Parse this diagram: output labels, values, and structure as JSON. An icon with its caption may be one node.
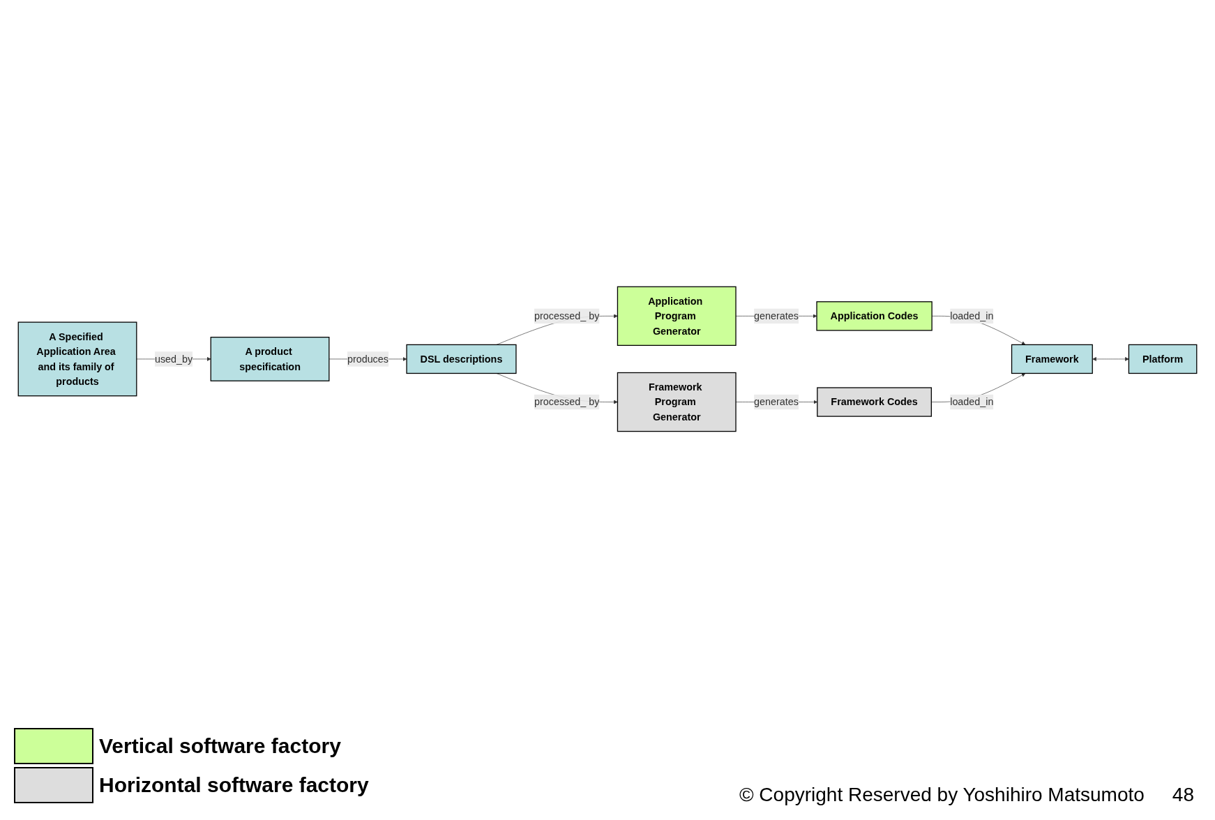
{
  "diagram": {
    "nodes": [
      {
        "text": [
          "A Specified Application Area and its family of products"
        ]
      },
      {
        "text": [
          "A product specification"
        ]
      },
      {
        "text": [
          "DSL descriptions"
        ]
      },
      {
        "text": [
          "Application Program Generator"
        ]
      },
      {
        "text": [
          "Application Codes"
        ]
      },
      {
        "text": [
          "Framework"
        ]
      },
      {
        "text": [
          "Platform"
        ]
      },
      {
        "text": [
          "Framework Program Generator"
        ]
      },
      {
        "text": [
          "Framework Codes"
        ]
      }
    ],
    "edges": [
      {
        "from": 0,
        "to": 1,
        "arrow": "to",
        "label": "used_by"
      },
      {
        "from": 1,
        "to": 2,
        "arrow": "to",
        "label": "produces"
      },
      {
        "from": 2,
        "to": 3,
        "arrow": "to",
        "label": "processed_ by"
      },
      {
        "from": 3,
        "to": 4,
        "arrow": "to",
        "label": "generates"
      },
      {
        "from": 4,
        "to": 5,
        "arrow": "to",
        "label": "loaded_in"
      },
      {
        "from": 2,
        "to": 7,
        "arrow": "to",
        "label": "processed_ by"
      },
      {
        "from": 7,
        "to": 8,
        "arrow": "to",
        "label": "generates"
      },
      {
        "from": 8,
        "to": 5,
        "arrow": "to",
        "label": "loaded_in"
      },
      {
        "from": 5,
        "to": 6,
        "arrow": "both"
      }
    ],
    "labels": [
      "© Copyright Reserved by Yoshihiro Matsumoto",
      "48"
    ],
    "legend": [
      {
        "text": "Vertical software factory",
        "color": "#ccff99"
      },
      {
        "text": "Horizontal software factory",
        "color": "#dddddd"
      }
    ]
  }
}
